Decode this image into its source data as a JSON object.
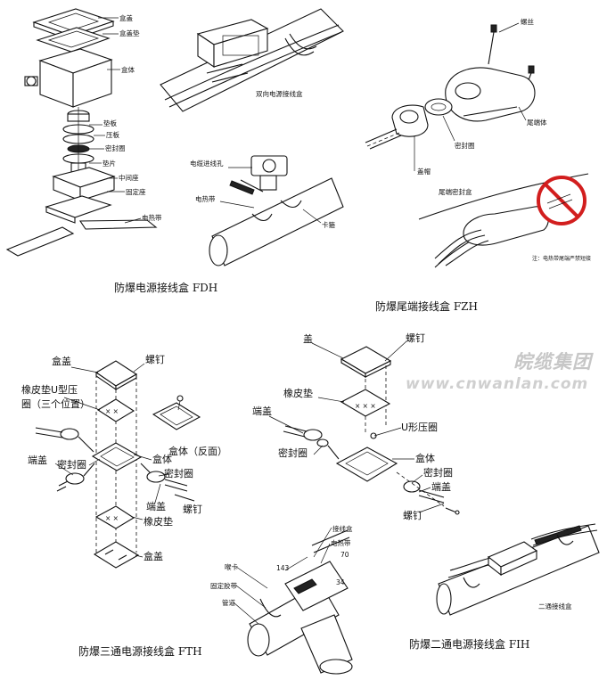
{
  "fdh": {
    "caption": "防爆电源接线盒 FDH",
    "labels": {
      "lid": "盒盖",
      "lid_gasket": "盒盖垫",
      "body": "盒体",
      "pad_plate": "垫板",
      "press_plate": "压板",
      "seal_ring": "密封圈",
      "pad_piece": "垫片",
      "middle_seat": "中间座",
      "fix_seat": "固定座",
      "heat_tape": "电热带"
    },
    "side": {
      "title": "双向电源接线盒",
      "cable_hole": "电缆进线孔",
      "heat_tape": "电热带",
      "clamp": "卡箍"
    }
  },
  "fzh": {
    "caption": "防爆尾端接线盒 FZH",
    "labels": {
      "screw": "螺丝",
      "tail_body": "尾端体",
      "seal_ring": "密封圈",
      "cap": "盖帽"
    },
    "seal_title": "尾端密封盒",
    "note": "注：电热带尾端严禁短接"
  },
  "fth": {
    "caption": "防爆三通电源接线盒 FTH",
    "labels": {
      "lid_top": "盒盖",
      "screw_top": "螺钉",
      "rubber_u": "橡皮垫U型压",
      "rubber_u2": "圈（三个位置）",
      "body_back": "盒体（反面）",
      "end_cap_left": "端盖",
      "seal_left": "密封圈",
      "body": "盒体",
      "seal_right": "密封圈",
      "end_cap_right": "端盖",
      "screw_right": "螺钉",
      "rubber_pad": "橡皮垫",
      "lid_bottom": "盒盖"
    },
    "side": {
      "clamp": "喉卡",
      "tape": "固定胶带",
      "pipe": "管道",
      "junction": "接线盒",
      "heat_tape": "电热带",
      "dim_143": "143",
      "dim_70": "70",
      "dim_34": "34"
    }
  },
  "fih": {
    "caption": "防爆二通电源接线盒 FIH",
    "labels": {
      "lid": "盖",
      "screw": "螺钉",
      "rubber_pad": "橡皮垫",
      "end_cap": "端盖",
      "u_ring": "U形压圈",
      "seal_left": "密封圈",
      "body": "盒体",
      "seal_right": "密封圈",
      "end_cap_right": "端盖",
      "screw_bottom": "螺钉"
    },
    "side_title": "二通接线盒"
  },
  "watermark": {
    "line1": "皖缆集团",
    "line2": "www.cnwanlan.com"
  }
}
